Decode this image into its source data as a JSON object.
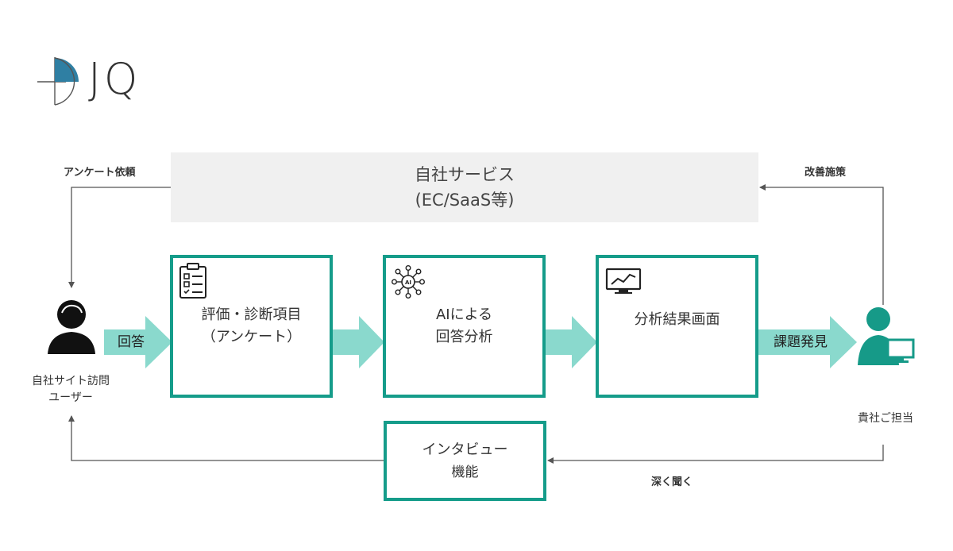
{
  "logo": {
    "text": "JQ"
  },
  "service": {
    "line1": "自社サービス",
    "line2": "(EC/SaaS等)"
  },
  "steps": [
    {
      "line1": "評価・診断項目",
      "line2": "（アンケート）",
      "icon": "clipboard-checklist-icon"
    },
    {
      "line1": "AIによる",
      "line2": "回答分析",
      "icon": "ai-chip-icon"
    },
    {
      "line1": "分析結果画面",
      "icon": "monitor-chart-icon"
    }
  ],
  "interview": {
    "line1": "インタビュー",
    "line2": "機能"
  },
  "arrows": {
    "answer": "回答",
    "discover": "課題発見"
  },
  "labels": {
    "survey_request": "アンケート依頼",
    "improvement": "改善施策",
    "deep_listen": "深く聞く"
  },
  "people": {
    "visitor": {
      "line1": "自社サイト訪問",
      "line2": "ユーザー",
      "icon": "user-icon"
    },
    "client": {
      "line1": "貴社ご担当",
      "icon": "person-computer-icon"
    }
  },
  "colors": {
    "accent": "#159c8a",
    "arrow_fill": "#8ad9cd",
    "service_bg": "#f0f0f0",
    "client_icon": "#169a88",
    "logo_blue": "#2f7fa3"
  }
}
